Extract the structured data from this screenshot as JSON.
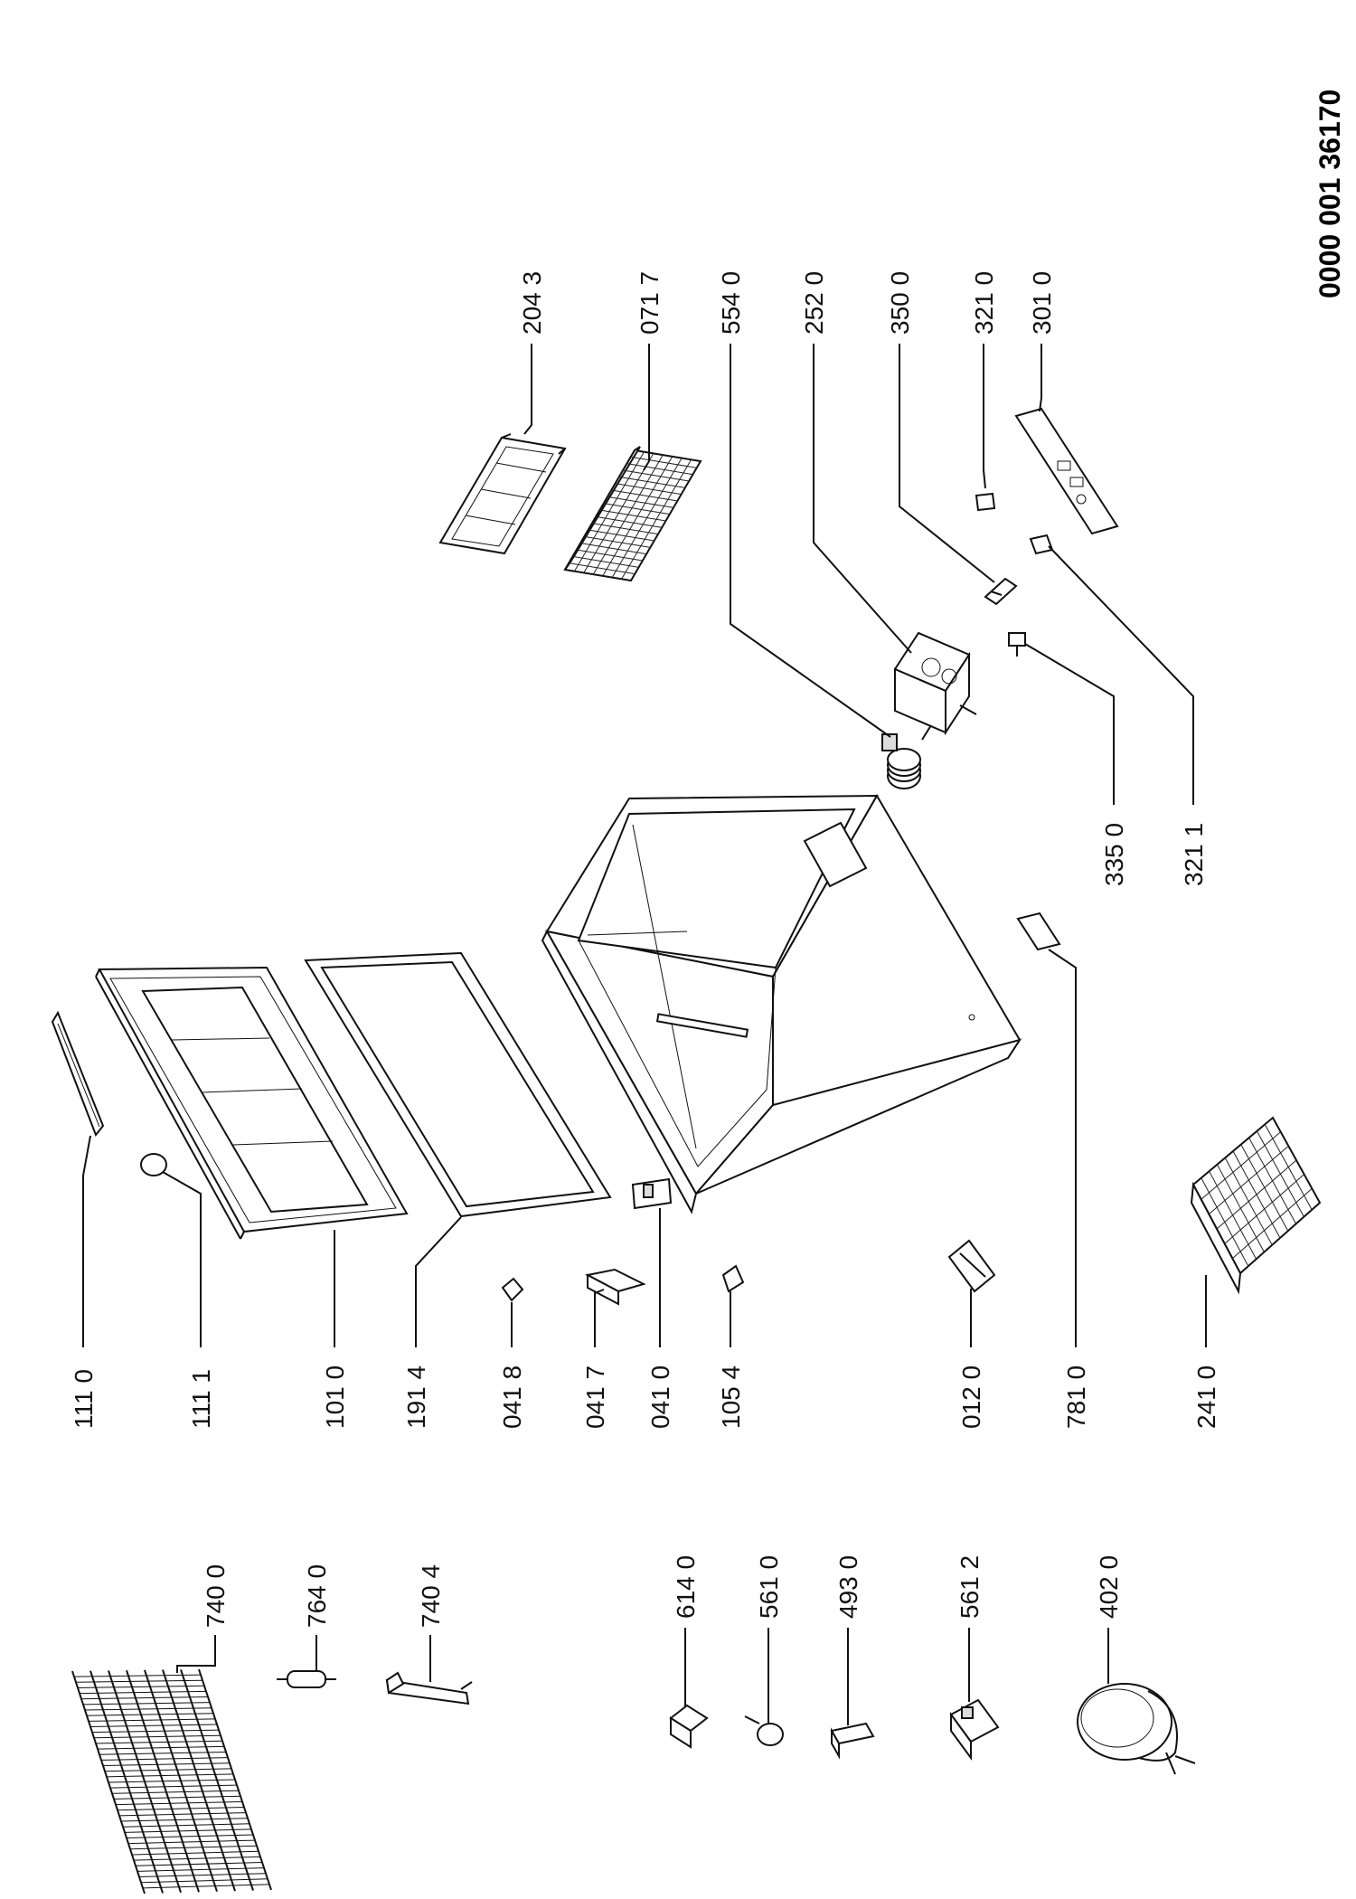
{
  "document_number": "0000 001 36170",
  "parts": [
    {
      "id": "p2043",
      "label": "204 3"
    },
    {
      "id": "p0717",
      "label": "071 7"
    },
    {
      "id": "p5540",
      "label": "554 0"
    },
    {
      "id": "p2520",
      "label": "252 0"
    },
    {
      "id": "p3500",
      "label": "350 0"
    },
    {
      "id": "p3210",
      "label": "321 0"
    },
    {
      "id": "p3010",
      "label": "301 0"
    },
    {
      "id": "p3350",
      "label": "335 0"
    },
    {
      "id": "p3211",
      "label": "321 1"
    },
    {
      "id": "p1110",
      "label": "111 0"
    },
    {
      "id": "p1111",
      "label": "111 1"
    },
    {
      "id": "p1010",
      "label": "101 0"
    },
    {
      "id": "p1914",
      "label": "191 4"
    },
    {
      "id": "p0418",
      "label": "041 8"
    },
    {
      "id": "p0417",
      "label": "041 7"
    },
    {
      "id": "p0410",
      "label": "041 0"
    },
    {
      "id": "p1054",
      "label": "105 4"
    },
    {
      "id": "p0120",
      "label": "012 0"
    },
    {
      "id": "p7810",
      "label": "781 0"
    },
    {
      "id": "p2410",
      "label": "241 0"
    },
    {
      "id": "p7400",
      "label": "740 0"
    },
    {
      "id": "p7640",
      "label": "764 0"
    },
    {
      "id": "p7404",
      "label": "740 4"
    },
    {
      "id": "p6140",
      "label": "614 0"
    },
    {
      "id": "p5610",
      "label": "561 0"
    },
    {
      "id": "p4930",
      "label": "493 0"
    },
    {
      "id": "p5612",
      "label": "561 2"
    },
    {
      "id": "p4020",
      "label": "402 0"
    }
  ]
}
